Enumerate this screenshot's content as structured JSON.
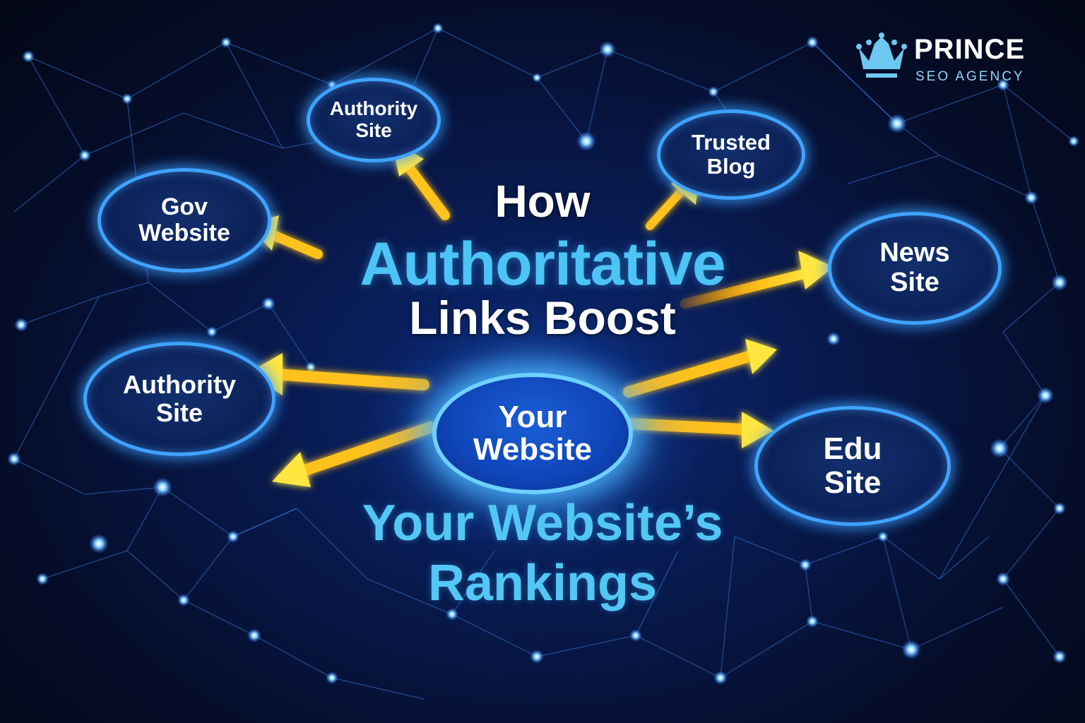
{
  "logo": {
    "icon": "crown-icon",
    "name": "PRINCE",
    "subtitle": "SEO AGENCY",
    "icon_color": "#6cc8f0"
  },
  "headline": {
    "line1": "How",
    "line2": "Authoritative",
    "line3": "Links Boost",
    "line4": "Your Website’s",
    "line5": "Rankings"
  },
  "center_node": {
    "line1": "Your",
    "line2": "Website"
  },
  "nodes": [
    {
      "id": "authority-top",
      "line1": "Authority",
      "line2": "Site"
    },
    {
      "id": "trusted-blog",
      "line1": "Trusted",
      "line2": "Blog"
    },
    {
      "id": "gov-website",
      "line1": "Gov",
      "line2": "Website"
    },
    {
      "id": "news-site",
      "line1": "News",
      "line2": "Site"
    },
    {
      "id": "authority-left",
      "line1": "Authority",
      "line2": "Site"
    },
    {
      "id": "edu-site",
      "line1": "Edu",
      "line2": "Site"
    }
  ],
  "colors": {
    "background": "#050d2a",
    "node_border": "#3fa3ff",
    "accent_text": "#4cc4f5",
    "arrow": "#ffd21f",
    "arrow_glow": "#ff8a00"
  }
}
